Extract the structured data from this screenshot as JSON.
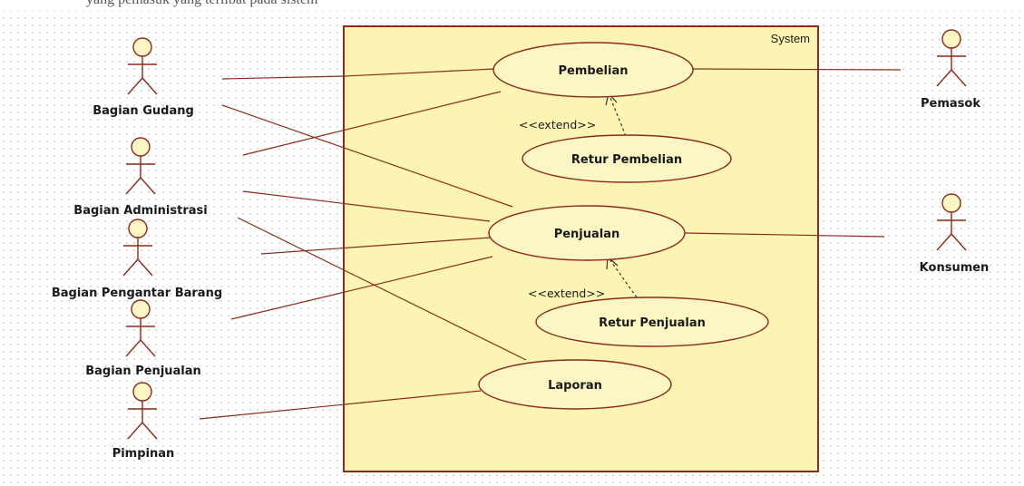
{
  "diagram": {
    "type": "uml-use-case",
    "header_text": "yang pemasuk yang terlibat pada sistem",
    "system_label": "System",
    "actors": [
      {
        "id": "bagian-gudang",
        "label": "Bagian Gudang"
      },
      {
        "id": "bagian-administrasi",
        "label": "Bagian Administrasi"
      },
      {
        "id": "bagian-pengantar-barang",
        "label": "Bagian Pengantar Barang"
      },
      {
        "id": "bagian-penjualan",
        "label": "Bagian Penjualan"
      },
      {
        "id": "pimpinan",
        "label": "Pimpinan"
      },
      {
        "id": "pemasok",
        "label": "Pemasok"
      },
      {
        "id": "konsumen",
        "label": "Konsumen"
      }
    ],
    "use_cases": [
      {
        "id": "pembelian",
        "label": "Pembelian"
      },
      {
        "id": "retur-pembelian",
        "label": "Retur Pembelian"
      },
      {
        "id": "penjualan",
        "label": "Penjualan"
      },
      {
        "id": "retur-penjualan",
        "label": "Retur Penjualan"
      },
      {
        "id": "laporan",
        "label": "Laporan"
      }
    ],
    "extend_label": "<<extend>>",
    "extends": [
      {
        "from": "retur-pembelian",
        "to": "pembelian"
      },
      {
        "from": "retur-penjualan",
        "to": "penjualan"
      }
    ],
    "associations": [
      {
        "actor": "bagian-gudang",
        "use_case": "pembelian"
      },
      {
        "actor": "bagian-gudang",
        "use_case": "penjualan"
      },
      {
        "actor": "bagian-administrasi",
        "use_case": "pembelian"
      },
      {
        "actor": "bagian-administrasi",
        "use_case": "penjualan"
      },
      {
        "actor": "bagian-administrasi",
        "use_case": "laporan"
      },
      {
        "actor": "bagian-pengantar-barang",
        "use_case": "penjualan"
      },
      {
        "actor": "bagian-penjualan",
        "use_case": "penjualan"
      },
      {
        "actor": "pimpinan",
        "use_case": "laporan"
      },
      {
        "actor": "pemasok",
        "use_case": "pembelian"
      },
      {
        "actor": "konsumen",
        "use_case": "penjualan"
      }
    ]
  }
}
